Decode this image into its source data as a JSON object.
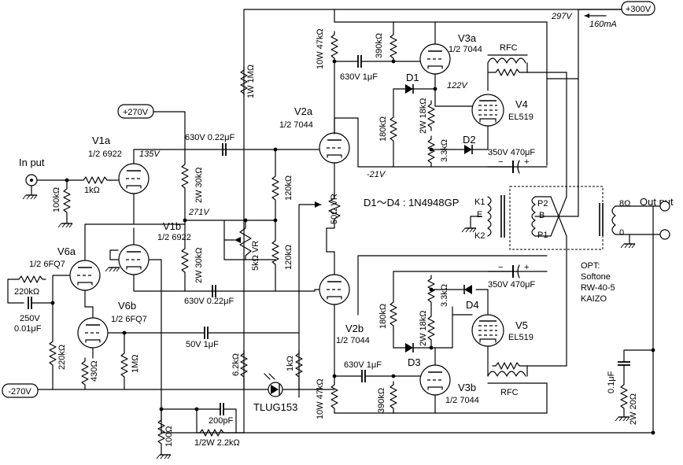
{
  "labels": {
    "input": "In put",
    "output": "Out put",
    "plus300": "+300V",
    "v297": "297V",
    "i160": "160mA",
    "plus270": "+270V",
    "minus270": "-270V",
    "r1w1m": "1W 1MΩ",
    "r10w47k_top": "10W 47kΩ",
    "r390k_top": "390kΩ",
    "v3a_name": "V3a",
    "v3a_type": "1/2 7044",
    "rfc_top": "RFC",
    "c630_top": "630V 1μF",
    "d1": "D1",
    "v122": "122V",
    "v4_name": "V4",
    "v4_type": "EL519",
    "r180k_top": "180kΩ",
    "r2w18k_top": "2W 18kΩ",
    "r33k_top": "3.3kΩ",
    "d2": "D2",
    "c470_top": "350V 470μF",
    "v2a_name": "V2a",
    "v2a_type": "1/2 7044",
    "vm21": "-21V",
    "c022_top": "630V 0.22μF",
    "v1a_name": "V1a",
    "v1a_type": "1/2 6922",
    "v135": "135V",
    "r1k_in": "1kΩ",
    "r100k_in": "100kΩ",
    "r2w30k_top": "2W 30kΩ",
    "v271": "271V",
    "r120k_top": "120kΩ",
    "r5kvr": "5kΩ VR",
    "r120k_bot": "120kΩ",
    "r50vr": "50Ω VR",
    "diodes": "D1〜D4 : 1N4948GP",
    "k1": "K1",
    "e": "E",
    "k2": "K2",
    "p2": "P2",
    "b": "B",
    "p1": "P1",
    "r8": "8Ω",
    "zero": "0",
    "opt1": "OPT:",
    "opt2": "Softone",
    "opt3": "RW-40-5",
    "opt4": "KAIZO",
    "v1b_name": "V1b",
    "v1b_type": "1/2 6922",
    "r2w30k_bot": "2W 30kΩ",
    "v6a_name": "V6a",
    "v6a_type": "1/2 6FQ7",
    "r220k_a": "220kΩ",
    "c250": "250V",
    "c001": "0.01μF",
    "c022_bot": "630V 0.22μF",
    "v6b_name": "V6b",
    "v6b_type": "1/2 6FQ7",
    "r220k_b": "220kΩ",
    "r430": "430Ω",
    "r1m": "1MΩ",
    "c50v": "50V 1μF",
    "r62k": "6.2kΩ",
    "r1k_led": "1kΩ",
    "led": "TLUG153",
    "c470_bot": "350V 470μF",
    "d4": "D4",
    "r33k_bot": "3.3kΩ",
    "r180k_bot": "180kΩ",
    "r2w18k_bot": "2W 18kΩ",
    "v5_name": "V5",
    "v5_type": "EL519",
    "v2b_name": "V2b",
    "v2b_type": "1/2 7044",
    "d3": "D3",
    "c630_bot": "630V 1μF",
    "r10w47k_bot": "10W 47kΩ",
    "r390k_bot": "390kΩ",
    "v3b_name": "V3b",
    "v3b_type": "1/2 7044",
    "rfc_bot": "RFC",
    "c01": "0.1μF",
    "r2w20": "2W 20Ω",
    "r100": "100Ω",
    "c200p": "200pF",
    "r22k": "1/2W 2.2kΩ",
    "plus": "+",
    "minus": "−"
  }
}
